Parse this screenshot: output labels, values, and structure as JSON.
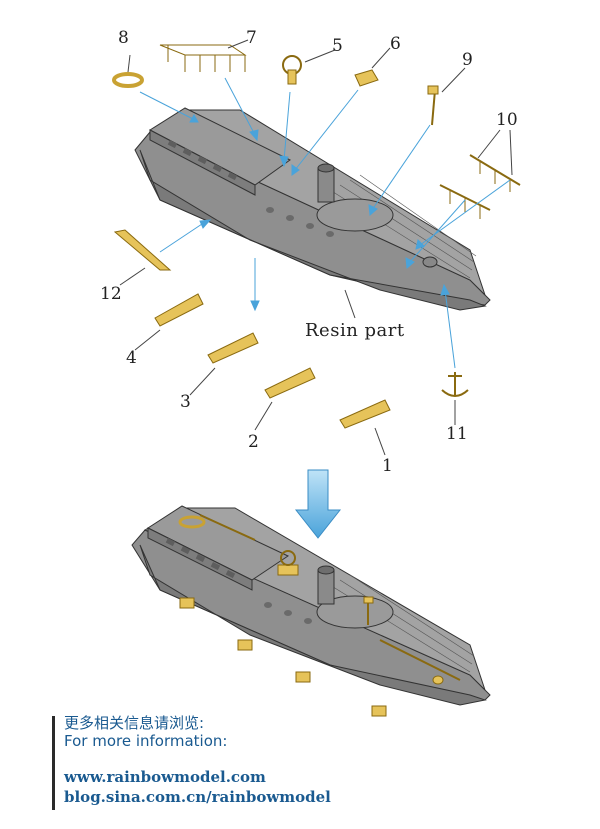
{
  "part_numbers": {
    "p1": "1",
    "p2": "2",
    "p3": "3",
    "p4": "4",
    "p5": "5",
    "p6": "6",
    "p7": "7",
    "p8": "8",
    "p9": "9",
    "p10": "10",
    "p11": "11",
    "p12": "12"
  },
  "resin_label": "Resin part",
  "footer": {
    "cn_title": "更多相关信息请浏览:",
    "en_title": "For more information:",
    "url_main": "www.rainbowmodel.com",
    "url_blog": "blog.sina.com.cn/rainbowmodel"
  },
  "colors": {
    "hull": "#9a9a9a",
    "hull_dark": "#7e7e7e",
    "deck": "#8a8a8a",
    "photoetch": "#e6c35a",
    "arrow": "#5aaee0"
  },
  "icons": {
    "step_arrow": "down-arrow-icon"
  }
}
